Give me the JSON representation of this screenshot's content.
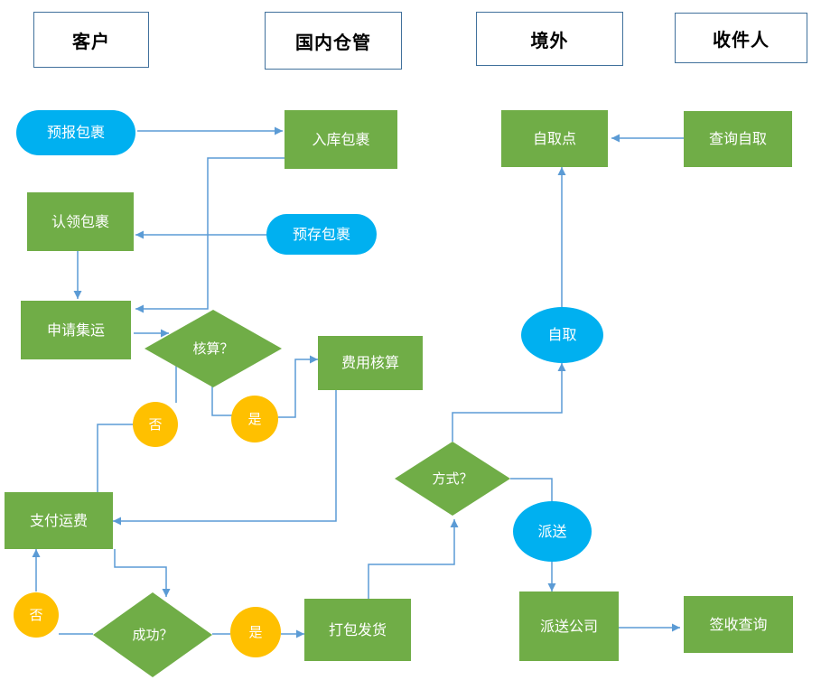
{
  "colors": {
    "process_green": "#70AD47",
    "terminal_blue": "#00B0F0",
    "label_orange": "#FFC000",
    "connector_blue": "#5B9BD5",
    "lane_border_blue": "#41719C",
    "shape_text": "#FFFFFF",
    "header_text": "#000000"
  },
  "lanes": {
    "customer": {
      "label": "客户"
    },
    "domestic_warehouse": {
      "label": "国内仓管"
    },
    "overseas": {
      "label": "境外"
    },
    "recipient": {
      "label": "收件人"
    }
  },
  "nodes": {
    "forecast_package": {
      "label": "预报包裹",
      "shape": "stadium"
    },
    "inbound_package": {
      "label": "入库包裹",
      "shape": "rect"
    },
    "pickup_point": {
      "label": "自取点",
      "shape": "rect"
    },
    "query_pickup": {
      "label": "查询自取",
      "shape": "rect"
    },
    "claim_package": {
      "label": "认领包裹",
      "shape": "rect"
    },
    "prestore_package": {
      "label": "预存包裹",
      "shape": "stadium"
    },
    "apply_consolidation": {
      "label": "申请集运",
      "shape": "rect"
    },
    "check_decision": {
      "label": "核算？",
      "shape": "diamond"
    },
    "fee_calculation": {
      "label": "费用核算",
      "shape": "rect"
    },
    "no_1": {
      "label": "否",
      "shape": "circle"
    },
    "yes_1": {
      "label": "是",
      "shape": "circle"
    },
    "pay_freight": {
      "label": "支付运费",
      "shape": "rect"
    },
    "success_decision": {
      "label": "成功？",
      "shape": "diamond"
    },
    "no_2": {
      "label": "否",
      "shape": "circle"
    },
    "yes_2": {
      "label": "是",
      "shape": "circle"
    },
    "pack_ship": {
      "label": "打包发货",
      "shape": "rect"
    },
    "method_decision": {
      "label": "方式？",
      "shape": "diamond"
    },
    "self_pickup": {
      "label": "自取",
      "shape": "ellipse"
    },
    "delivery": {
      "label": "派送",
      "shape": "ellipse"
    },
    "delivery_company": {
      "label": "派送公司",
      "shape": "rect"
    },
    "sign_query": {
      "label": "签收查询",
      "shape": "rect"
    }
  }
}
